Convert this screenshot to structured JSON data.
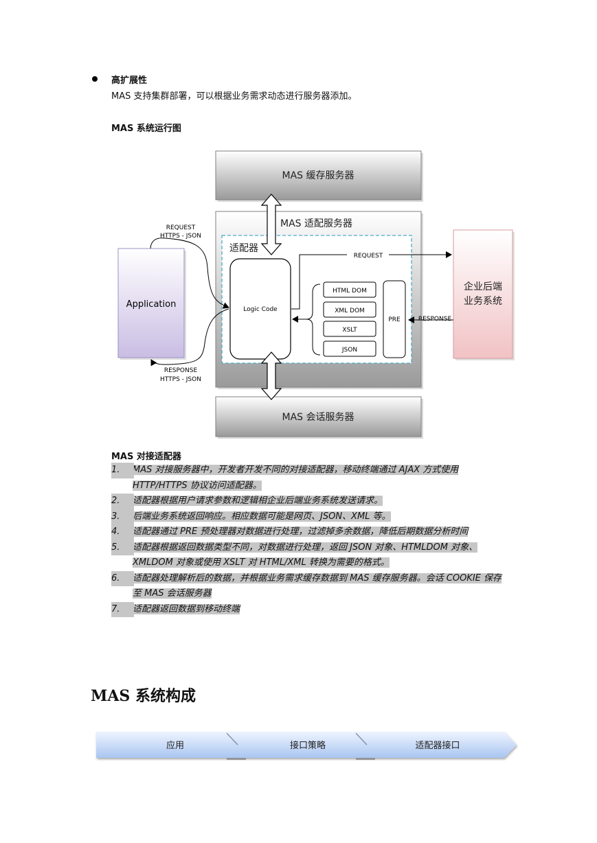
{
  "bullet": {
    "title": "高扩展性",
    "text": "MAS 支持集群部署，可以根据业务需求动态进行服务器添加。"
  },
  "figure": {
    "caption": "MAS 系统运行图",
    "cache_server": "MAS 缓存服务器",
    "adapter_server": "MAS  适配服务器",
    "adapter": "适配器",
    "logic_code": "Logic Code",
    "application": "Application",
    "request_label_1": "REQUEST",
    "request_label_2": "HTTPS - JSON",
    "response_label_1": "RESPONSE",
    "response_label_2": "HTTPS - JSON",
    "request_arrow": "REQUEST",
    "response_arrow": "RESPONSE",
    "backend_line1": "企业后端",
    "backend_line2": "业务系统",
    "pre": "PRE",
    "formats": [
      "HTML DOM",
      "XML DOM",
      "XSLT",
      "JSON"
    ],
    "session_server": "MAS 会话服务器"
  },
  "section": {
    "caption": "MAS 对接适配器",
    "steps": [
      {
        "num": "1.",
        "text": "MAS 对接服务器中，开发者开发不同的对接适配器，移动终端通过 AJAX 方式使用 HTTP/HTTPS 协议访问适配器。"
      },
      {
        "num": "2.",
        "text": "适配器根据用户请求参数和逻辑相企业后端业务系统发送请求。"
      },
      {
        "num": "3.",
        "text": "后端业务系统返回响应。相应数据可能是网页、JSON、XML 等。"
      },
      {
        "num": "4.",
        "text": "适配器通过 PRE 预处理器对数据进行处理，过滤掉多余数据，降低后期数据分析时间"
      },
      {
        "num": "5.",
        "text": "适配器根据返回数据类型不同，对数据进行处理，返回 JSON 对象、HTMLDOM 对象、XMLDOM 对象或使用 XSLT 对 HTML/XML 转换为需要的格式。"
      },
      {
        "num": "6.",
        "text": "适配器处理解析后的数据，并根据业务需求缓存数据到 MAS 缓存服务器。会话 COOKIE 保存至 MAS 会话服务器"
      },
      {
        "num": "7.",
        "text": "适配器返回数据到移动终端"
      }
    ]
  },
  "composition": {
    "heading": "MAS  系统构成",
    "stages": [
      "应用",
      "接口策略",
      "适配器接口"
    ]
  }
}
